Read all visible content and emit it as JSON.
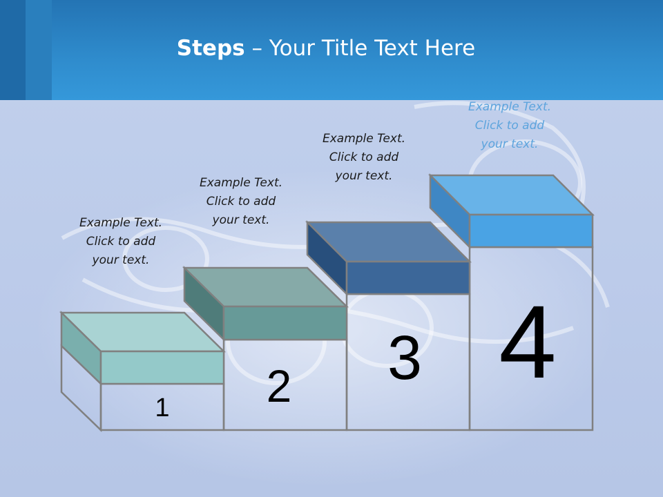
{
  "slide": {
    "title_bold": "Steps",
    "title_rest": " – Your Title Text Here"
  },
  "steps": [
    {
      "number": "1",
      "caption": "Example Text.\nClick  to add\nyour text.",
      "top_color": "#a9d3d3",
      "front_color": "#94c9c9",
      "side_color": "#7aafad"
    },
    {
      "number": "2",
      "caption": "Example Text.\nClick  to add\nyour text.",
      "top_color": "#86aaa8",
      "front_color": "#679a98",
      "side_color": "#4f7c7a"
    },
    {
      "number": "3",
      "caption": "Example Text.\nClick  to add\nyour text.",
      "top_color": "#5a80ab",
      "front_color": "#3c6799",
      "side_color": "#284f7c"
    },
    {
      "number": "4",
      "caption": "Example Text.\nClick  to add\nyour text.",
      "top_color": "#68b3e8",
      "front_color": "#4aa3e4",
      "side_color": "#3f87c4"
    }
  ]
}
